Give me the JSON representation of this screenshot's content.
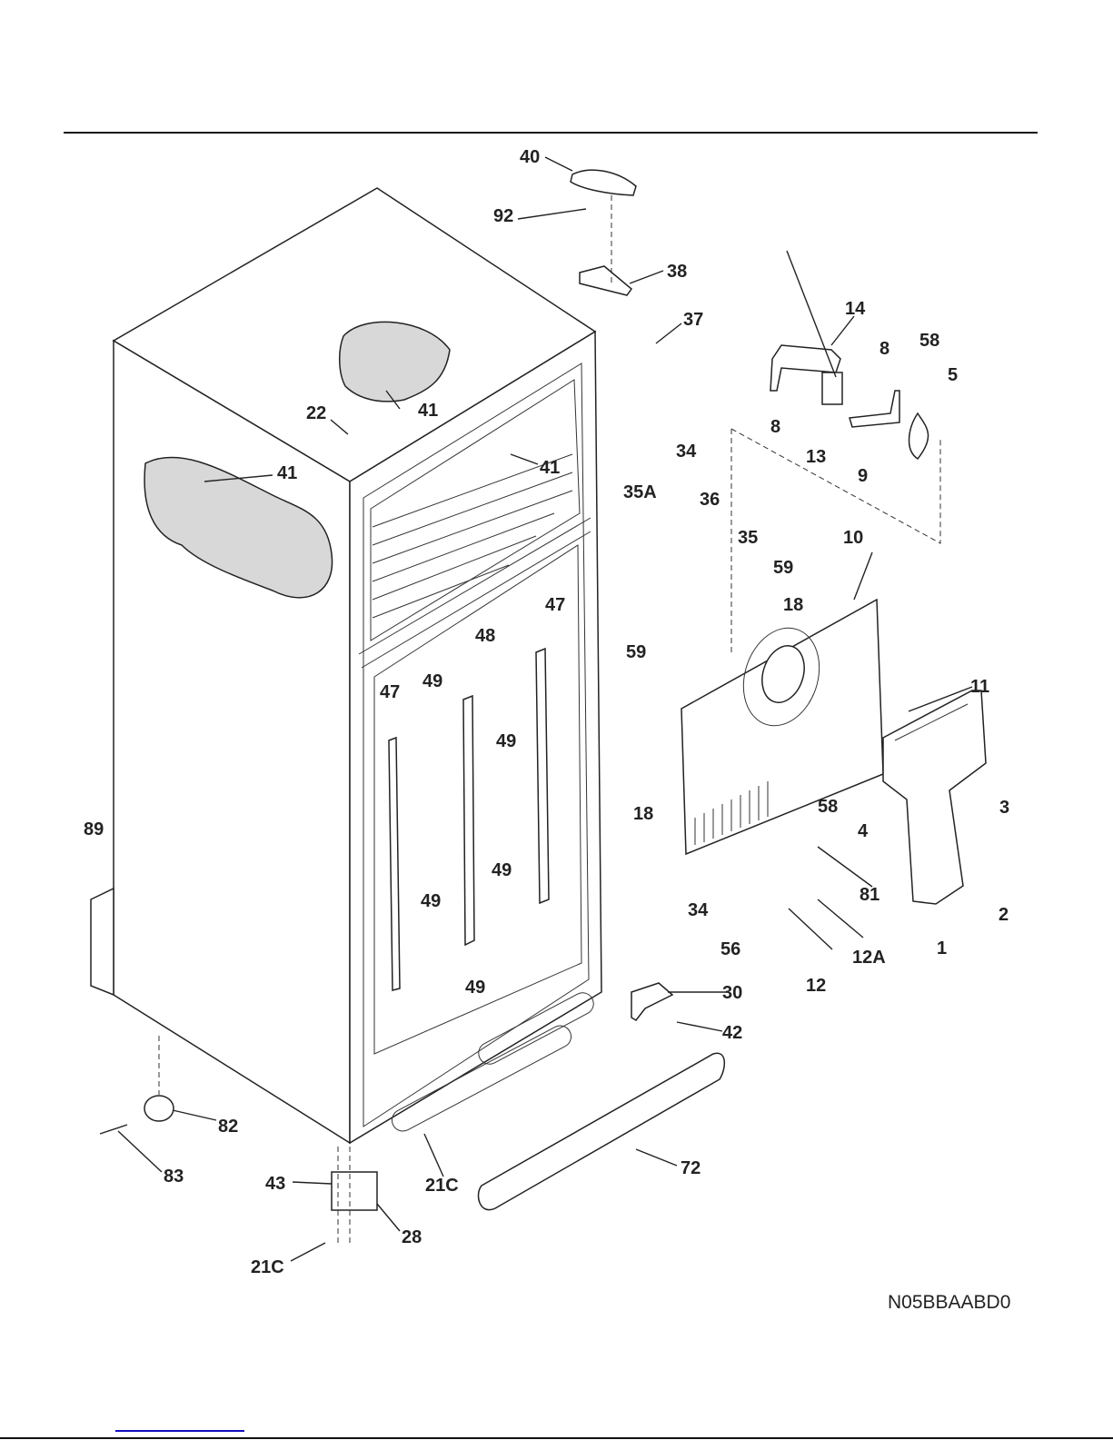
{
  "figure_code": "N05BBAABD0",
  "parts": [
    {
      "id": "40",
      "label": "40"
    },
    {
      "id": "92",
      "label": "92"
    },
    {
      "id": "38",
      "label": "38"
    },
    {
      "id": "37",
      "label": "37"
    },
    {
      "id": "14",
      "label": "14"
    },
    {
      "id": "8a",
      "label": "8"
    },
    {
      "id": "58a",
      "label": "58"
    },
    {
      "id": "5",
      "label": "5"
    },
    {
      "id": "8b",
      "label": "8"
    },
    {
      "id": "13",
      "label": "13"
    },
    {
      "id": "9",
      "label": "9"
    },
    {
      "id": "22",
      "label": "22"
    },
    {
      "id": "41a",
      "label": "41"
    },
    {
      "id": "41b",
      "label": "41"
    },
    {
      "id": "41c",
      "label": "41"
    },
    {
      "id": "34a",
      "label": "34"
    },
    {
      "id": "35A",
      "label": "35A"
    },
    {
      "id": "36",
      "label": "36"
    },
    {
      "id": "35",
      "label": "35"
    },
    {
      "id": "10",
      "label": "10"
    },
    {
      "id": "59a",
      "label": "59"
    },
    {
      "id": "18a",
      "label": "18"
    },
    {
      "id": "59b",
      "label": "59"
    },
    {
      "id": "47a",
      "label": "47"
    },
    {
      "id": "48",
      "label": "48"
    },
    {
      "id": "49a",
      "label": "49"
    },
    {
      "id": "47b",
      "label": "47"
    },
    {
      "id": "49b",
      "label": "49"
    },
    {
      "id": "11",
      "label": "11"
    },
    {
      "id": "18b",
      "label": "18"
    },
    {
      "id": "58b",
      "label": "58"
    },
    {
      "id": "3",
      "label": "3"
    },
    {
      "id": "4",
      "label": "4"
    },
    {
      "id": "89",
      "label": "89"
    },
    {
      "id": "49c",
      "label": "49"
    },
    {
      "id": "49d",
      "label": "49"
    },
    {
      "id": "81",
      "label": "81"
    },
    {
      "id": "2",
      "label": "2"
    },
    {
      "id": "34b",
      "label": "34"
    },
    {
      "id": "56",
      "label": "56"
    },
    {
      "id": "12A",
      "label": "12A"
    },
    {
      "id": "1",
      "label": "1"
    },
    {
      "id": "49e",
      "label": "49"
    },
    {
      "id": "30",
      "label": "30"
    },
    {
      "id": "12",
      "label": "12"
    },
    {
      "id": "42",
      "label": "42"
    },
    {
      "id": "82",
      "label": "82"
    },
    {
      "id": "83",
      "label": "83"
    },
    {
      "id": "72",
      "label": "72"
    },
    {
      "id": "43",
      "label": "43"
    },
    {
      "id": "21Ca",
      "label": "21C"
    },
    {
      "id": "28",
      "label": "28"
    },
    {
      "id": "21Cb",
      "label": "21C"
    }
  ]
}
